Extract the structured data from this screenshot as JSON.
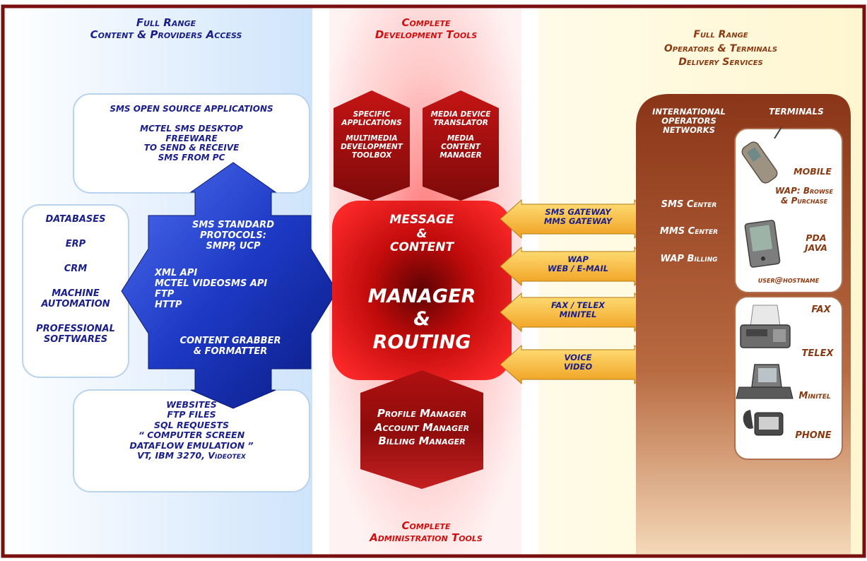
{
  "colors": {
    "frame": "#7a0f10",
    "navy_text": "#1b1f8a",
    "blue_arrow": "#1f3fbf",
    "red_manager": "#d10e0e",
    "dark_red": "#9c1010",
    "orange_arrow": "#f2b52e",
    "brown_text": "#8a3a12",
    "brown_panel": "#8e3d20"
  },
  "left": {
    "heading": [
      "Full Range",
      "Content & Providers Access"
    ],
    "top_box": [
      "SMS OPEN SOURCE APPLICATIONS",
      "",
      "MCTEL SMS DESKTOP",
      "FREEWARE",
      "TO SEND & RECEIVE",
      "SMS FROM PC"
    ],
    "side_box": [
      "DATABASES",
      "ERP",
      "CRM",
      "MACHINE",
      "AUTOMATION",
      "PROFESSIONAL",
      "SOFTWARES"
    ],
    "blue_arrow": {
      "protocols": [
        "SMS STANDARD",
        "PROTOCOLS:",
        "SMPP, UCP"
      ],
      "apis": [
        "XML API",
        "MCTEL VIDEOSMS API",
        "FTP",
        "HTTP"
      ],
      "grabber": [
        "CONTENT GRABBER",
        "& FORMATTER"
      ]
    },
    "bottom_box": [
      "WEBSITES",
      "FTP FILES",
      "SQL REQUESTS",
      "“ COMPUTER SCREEN",
      "DATAFLOW EMULATION ”",
      "VT, IBM 3270, Videotex"
    ]
  },
  "center": {
    "heading_top": [
      "Complete",
      "Development Tools"
    ],
    "tool_left": [
      "SPECIFIC",
      "APPLICATIONS",
      "",
      "MULTIMEDIA",
      "DEVELOPMENT",
      "TOOLBOX"
    ],
    "tool_right": [
      "MEDIA DEVICE",
      "TRANSLATOR",
      "",
      "MEDIA",
      "CONTENT",
      "MANAGER"
    ],
    "manager": [
      "MESSAGE",
      "&",
      "CONTENT",
      "MANAGER",
      "&",
      "ROUTING"
    ],
    "admin": [
      "Profile Manager",
      "Account Manager",
      "Billing Manager"
    ],
    "heading_bottom": [
      "Complete",
      "Administration Tools"
    ]
  },
  "links": [
    [
      "SMS GATEWAY",
      "MMS GATEWAY"
    ],
    [
      "WAP",
      "WEB / E-MAIL"
    ],
    [
      "FAX / TELEX",
      "MINITEL"
    ],
    [
      "VOICE",
      "VIDEO"
    ]
  ],
  "right": {
    "heading": [
      "Full Range",
      "Operators & Terminals",
      "Delivery Services"
    ],
    "operators_title": [
      "INTERNATIONAL",
      "OPERATORS",
      "NETWORKS"
    ],
    "operators": [
      "SMS Center",
      "MMS Center",
      "WAP Billing"
    ],
    "terminals_title": "TERMINALS",
    "terminals": {
      "mobile": "MOBILE",
      "wap": [
        "WAP: Browse",
        "& Purchase"
      ],
      "pda": [
        "PDA",
        "JAVA"
      ],
      "user": "user@hostname",
      "fax": "FAX",
      "telex": "TELEX",
      "minitel": "Minitel",
      "phone": "PHONE"
    },
    "device_icons": [
      "mobile-phone-icon",
      "pda-icon",
      "fax-machine-icon",
      "minitel-icon",
      "telephone-icon"
    ]
  }
}
